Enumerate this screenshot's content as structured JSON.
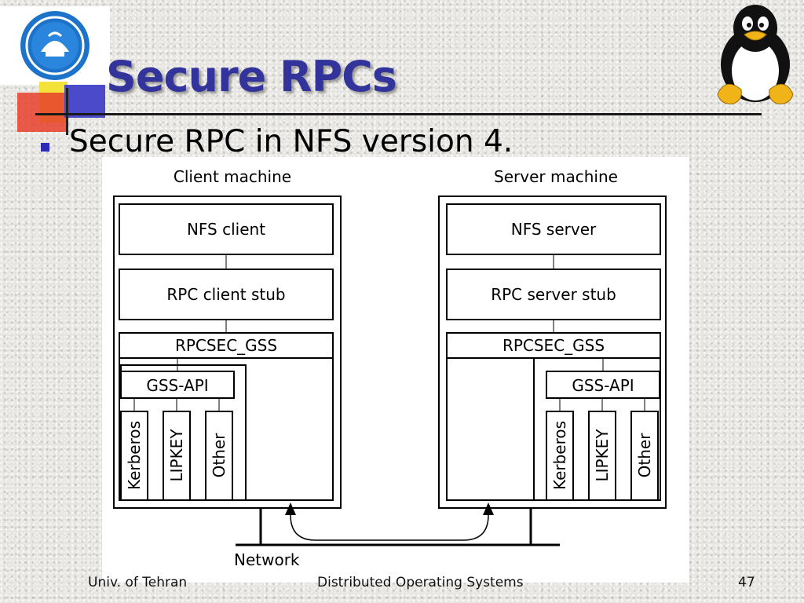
{
  "slide": {
    "title": "Secure RPCs",
    "bullet": "Secure RPC in NFS version 4."
  },
  "diagram": {
    "client": {
      "heading": "Client machine",
      "nfs": "NFS client",
      "stub": "RPC client stub",
      "rpcsec": "RPCSEC_GSS",
      "gssapi": "GSS-API",
      "mechanisms": [
        "Kerberos",
        "LIPKEY",
        "Other"
      ]
    },
    "server": {
      "heading": "Server machine",
      "nfs": "NFS server",
      "stub": "RPC server stub",
      "rpcsec": "RPCSEC_GSS",
      "gssapi": "GSS-API",
      "mechanisms": [
        "Kerberos",
        "LIPKEY",
        "Other"
      ]
    },
    "network_label": "Network"
  },
  "footer": {
    "left": "Univ. of Tehran",
    "center": "Distributed Operating Systems",
    "page": "47"
  },
  "colors": {
    "title": "#33349b",
    "bullet": "#2b2bb8",
    "deco_yellow": "#f2e23a",
    "deco_red": "#e8402c",
    "deco_blue": "#4a4acb"
  },
  "icons": [
    "university-logo-icon",
    "linux-penguin-icon"
  ]
}
